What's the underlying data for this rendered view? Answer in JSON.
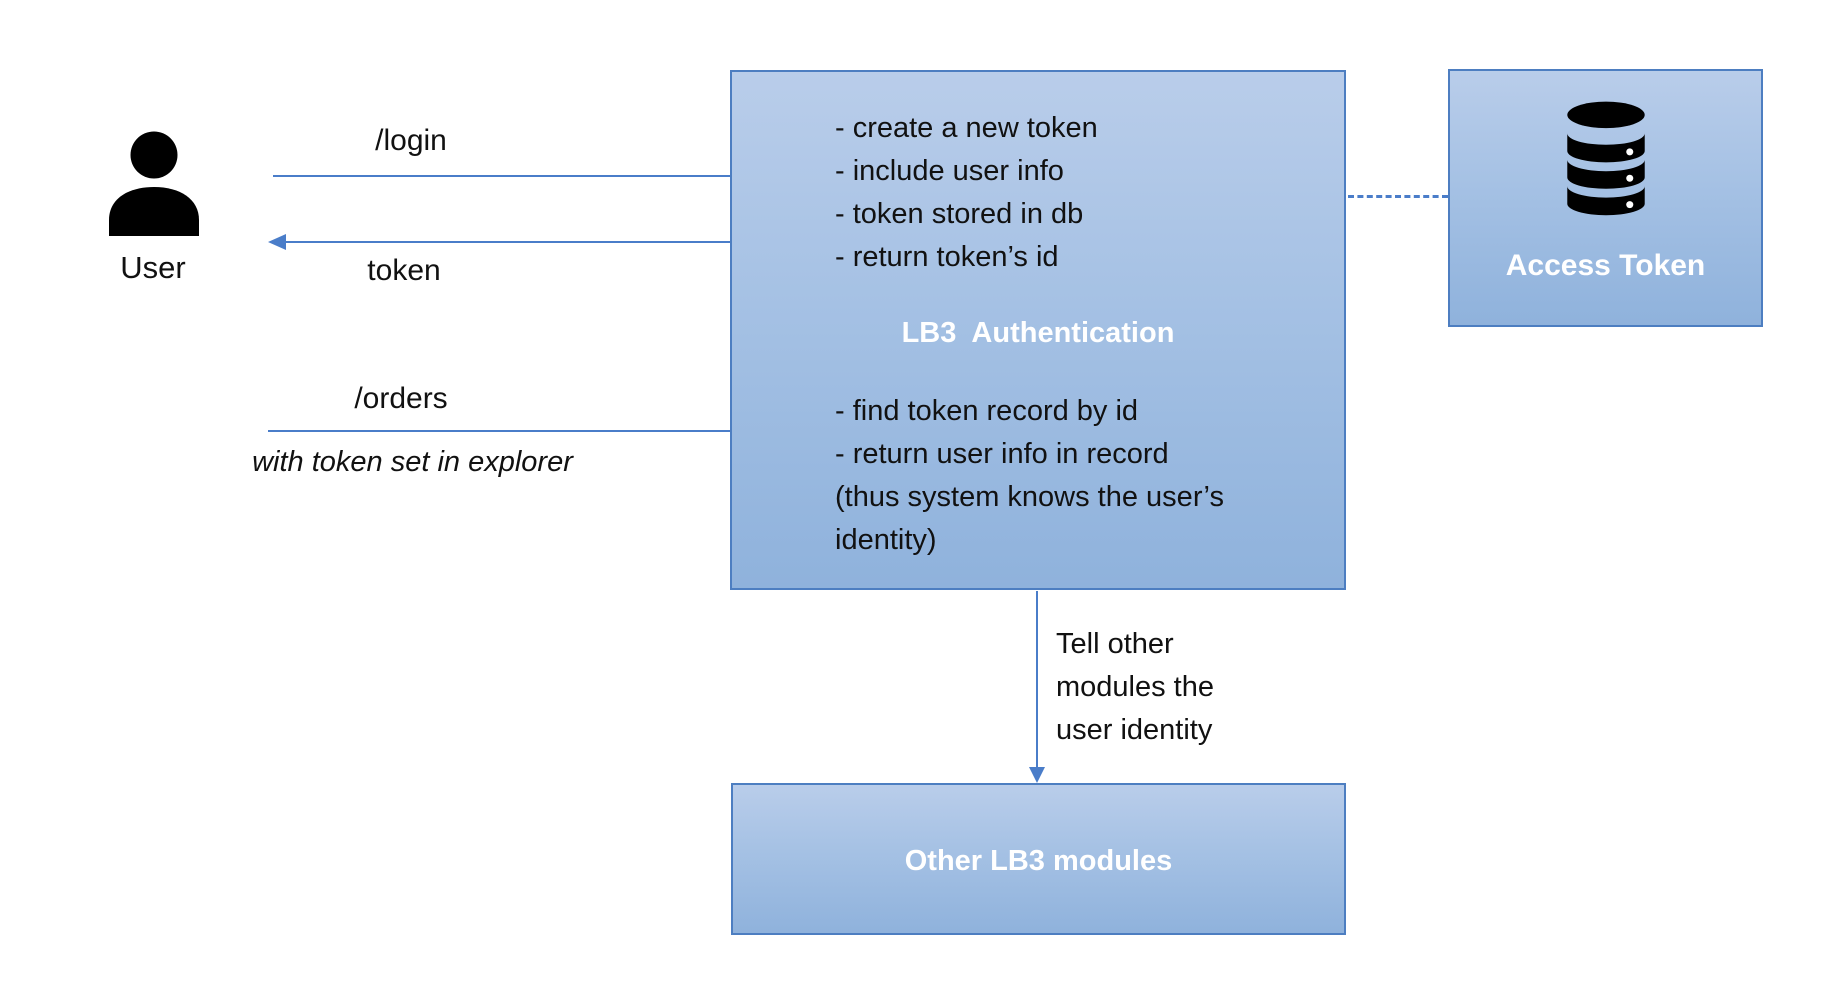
{
  "diagram": {
    "user": {
      "label": "User"
    },
    "flows": {
      "login": {
        "label": "/login"
      },
      "token": {
        "label": "token"
      },
      "orders": {
        "label": "/orders",
        "note": "with token set in explorer"
      }
    },
    "auth_box": {
      "title": "LB3  Authentication",
      "login_steps": [
        "- create a new token",
        "- include user info",
        "- token stored in db",
        "- return token’s id"
      ],
      "orders_steps": [
        "- find token record by id",
        "- return user info in record",
        "(thus system knows the user’s",
        "identity)"
      ]
    },
    "access_token_box": {
      "label": "Access Token",
      "icon": "database-icon"
    },
    "modules_box": {
      "label": "Other LB3 modules"
    },
    "tell_note": {
      "line1": "Tell other",
      "line2": "modules the",
      "line3": "user identity"
    },
    "colors": {
      "box_fill_top": "#b9cdea",
      "box_fill_bottom": "#8fb2dc",
      "box_border": "#4d7ec1",
      "arrow_blue": "#4a7dc9",
      "text_black": "#111111",
      "text_white": "#ffffff",
      "icon_black": "#000000"
    }
  }
}
